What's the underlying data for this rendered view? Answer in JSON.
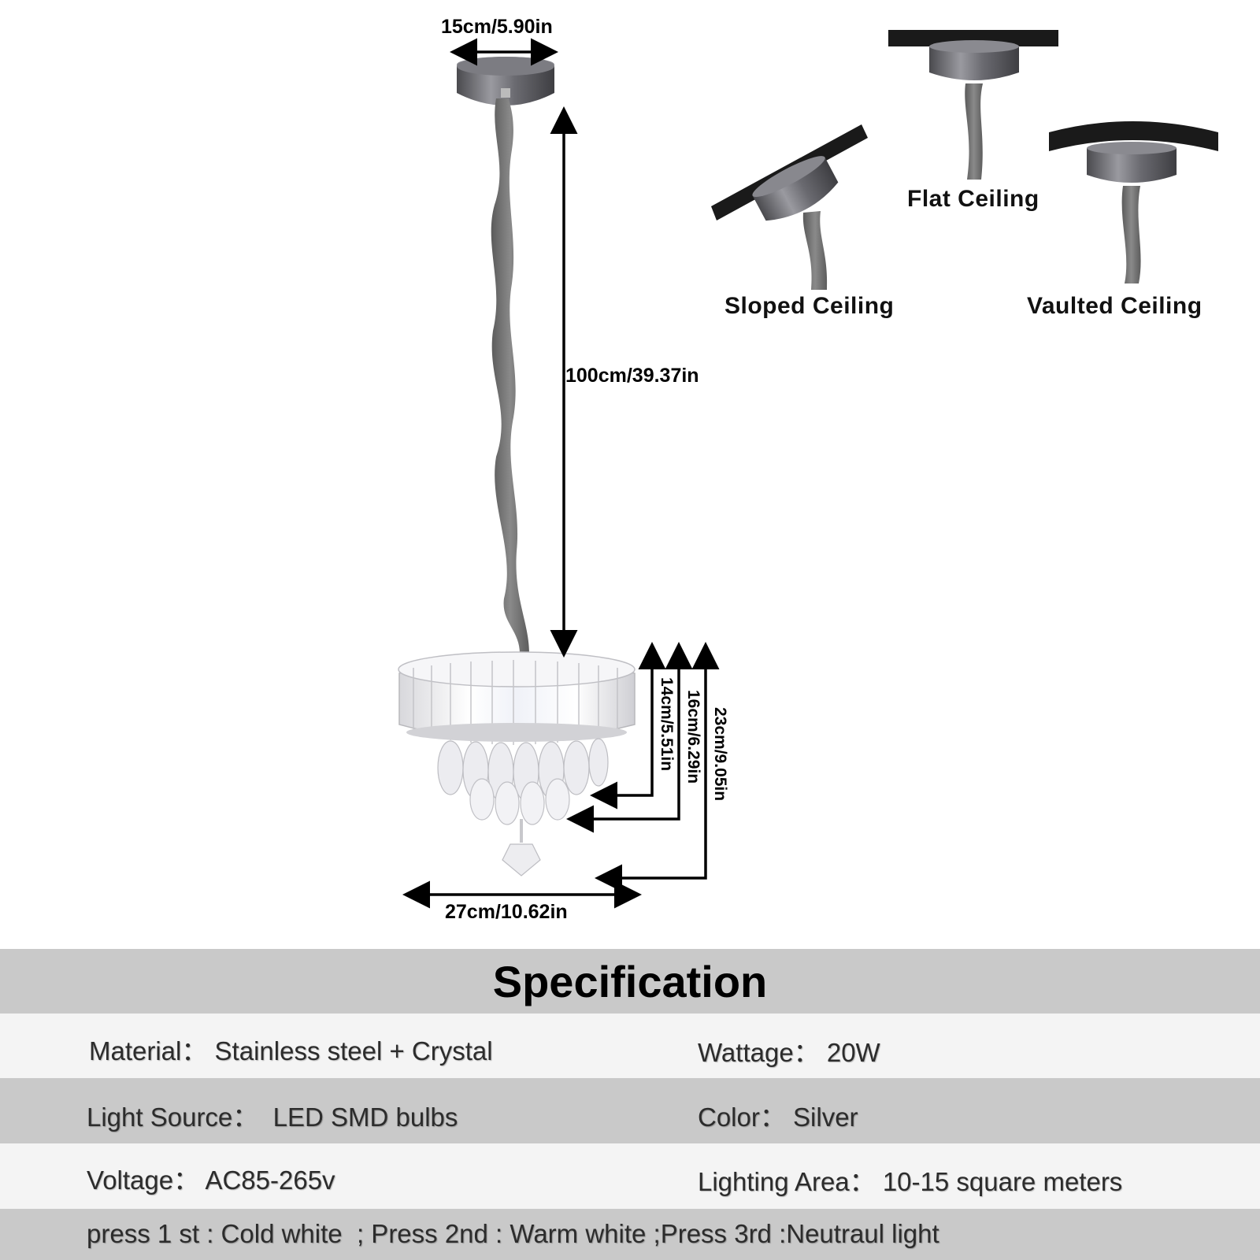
{
  "dimensions": {
    "canopy_width": "15cm/5.90in",
    "cord_length": "100cm/39.37in",
    "height_1": "14cm/5.51in",
    "height_2": "16cm/6.29in",
    "height_3": "23cm/9.05in",
    "diameter": "27cm/10.62in"
  },
  "ceiling_types": [
    {
      "label": "Sloped Ceiling"
    },
    {
      "label": "Flat Ceiling"
    },
    {
      "label": "Vaulted Ceiling"
    }
  ],
  "specification": {
    "title": "Specification",
    "rows": [
      {
        "left": "Material： Stainless steel + Crystal",
        "right": "Wattage： 20W"
      },
      {
        "left": "Light Source：  LED SMD bulbs",
        "right": "Color： Silver"
      },
      {
        "left": "Voltage： AC85-265v",
        "right": "Lighting Area： 10-15 square meters"
      }
    ],
    "footer": "press 1 st : Cold white  ; Press 2nd : Warm white ;Press 3rd :Neutraul light"
  },
  "colors": {
    "band_dark": "#c9c9c9",
    "band_light": "#f4f4f4",
    "text": "#2c2c2c",
    "ceiling": "#1a1a1a",
    "metal": "#6e6e72"
  }
}
